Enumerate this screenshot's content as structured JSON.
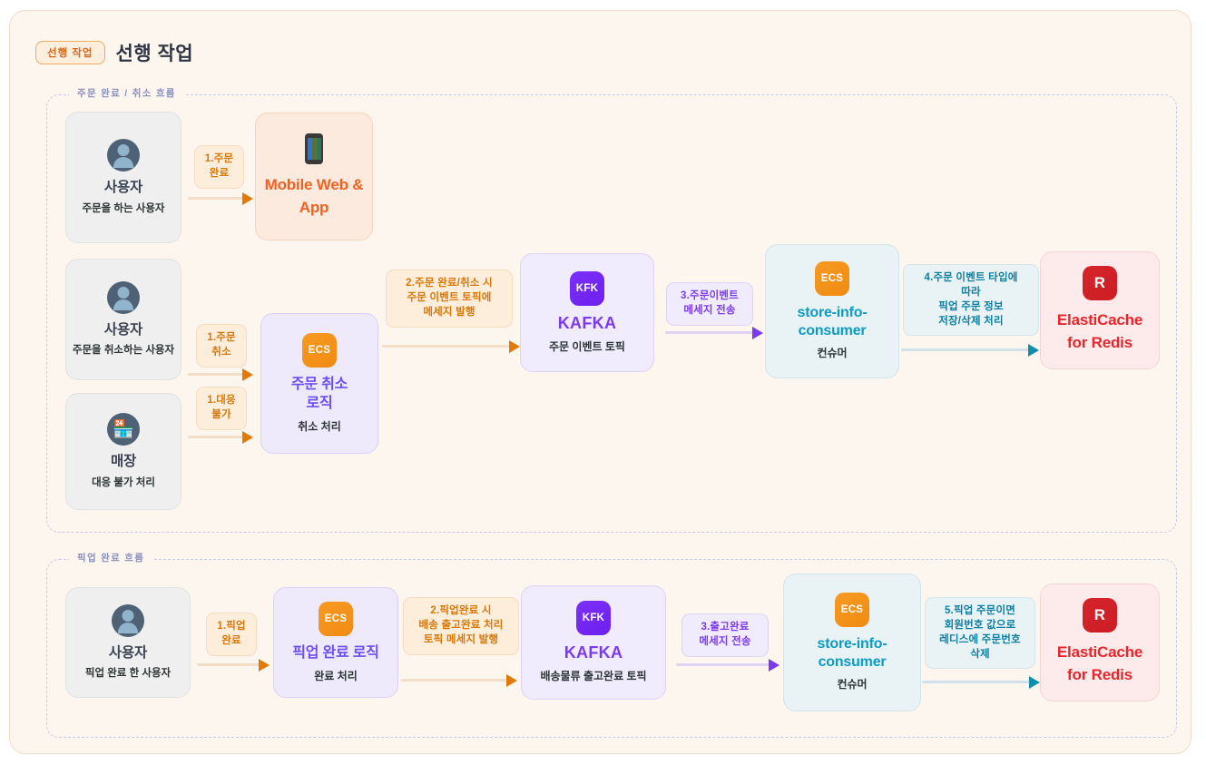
{
  "header": {
    "badge": "선행 작업",
    "title": "선행 작업"
  },
  "sections": [
    {
      "id": "order",
      "label": "주문 완료 / 취소 흐름"
    },
    {
      "id": "pickup",
      "label": "픽업 완료 흐름"
    }
  ],
  "order_flow": {
    "nodes": {
      "user_order": {
        "icon": "user-avatar-icon",
        "title": "사용자",
        "subtitle": "주문을 하는 사용자"
      },
      "mobile": {
        "icon": "mobile-phone-icon",
        "title": "Mobile\nWeb & App",
        "subtitle": ""
      },
      "user_cancel": {
        "icon": "user-avatar-icon",
        "title": "사용자",
        "subtitle": "주문을 취소하는 사용자"
      },
      "store": {
        "icon": "store-icon",
        "title": "매장",
        "subtitle": "대응 불가 처리"
      },
      "cancel_logic": {
        "icon": "ecs-icon",
        "icon_label": "ECS",
        "title": "주문 취소\n로직",
        "subtitle": "취소 처리"
      },
      "kafka": {
        "icon": "kafka-icon",
        "icon_label": "KFK",
        "title": "KAFKA",
        "subtitle": "주문 이벤트 토픽"
      },
      "consumer": {
        "icon": "ecs-icon",
        "icon_label": "ECS",
        "title": "store-info-\nconsumer",
        "subtitle": "컨슈머"
      },
      "redis": {
        "icon": "redis-icon",
        "icon_label": "R",
        "title": "ElastiCache\nfor Redis",
        "subtitle": ""
      }
    },
    "edges": [
      {
        "id": "e1",
        "label": "1.주문\n완료",
        "color": "orange"
      },
      {
        "id": "e2",
        "label": "1.주문\n취소",
        "color": "orange"
      },
      {
        "id": "e3",
        "label": "1.대응\n불가",
        "color": "orange"
      },
      {
        "id": "e4",
        "label": "2.주문 완료/취소 시\n주문  이벤트  토픽에\n메세지  발행",
        "color": "orange"
      },
      {
        "id": "e5",
        "label": "3.주문이벤트\n메세지  전송",
        "color": "purple"
      },
      {
        "id": "e6",
        "label": "4.주문  이벤트  타입에\n따라\n픽업 주문 정보\n저장/삭제 처리",
        "color": "teal"
      }
    ]
  },
  "pickup_flow": {
    "nodes": {
      "user_pickup": {
        "icon": "user-avatar-icon",
        "title": "사용자",
        "subtitle": "픽업 완료 한 사용자"
      },
      "pickup_logic": {
        "icon": "ecs-icon",
        "icon_label": "ECS",
        "title": "픽업 완료 로직",
        "subtitle": "완료 처리"
      },
      "kafka": {
        "icon": "kafka-icon",
        "icon_label": "KFK",
        "title": "KAFKA",
        "subtitle": "배송물류 출고완료 토픽"
      },
      "consumer": {
        "icon": "ecs-icon",
        "icon_label": "ECS",
        "title": "store-info-\nconsumer",
        "subtitle": "컨슈머"
      },
      "redis": {
        "icon": "redis-icon",
        "icon_label": "R",
        "title": "ElastiCache\nfor Redis",
        "subtitle": ""
      }
    },
    "edges": [
      {
        "id": "p1",
        "label": "1.픽업\n완료",
        "color": "orange"
      },
      {
        "id": "p2",
        "label": "2.픽업완료 시\n배송 출고완료 처리\n토픽 메세지 발행",
        "color": "orange"
      },
      {
        "id": "p3",
        "label": "3.출고완료\n메세지  전송",
        "color": "purple"
      },
      {
        "id": "p4",
        "label": "5.픽업  주문이면\n회원번호  값으로\n레디스에  주문번호\n삭제",
        "color": "teal"
      }
    ]
  },
  "colors": {
    "page_bg": "#fdf6ef",
    "card_border": "#f4dcc2",
    "section_dash": "#c8cbe8",
    "accent_orange": "#f4601e",
    "accent_purple": "#7c3aed",
    "accent_teal": "#0a9cc4",
    "accent_red": "#e8262b",
    "ecs_orange": "#f79a23"
  }
}
